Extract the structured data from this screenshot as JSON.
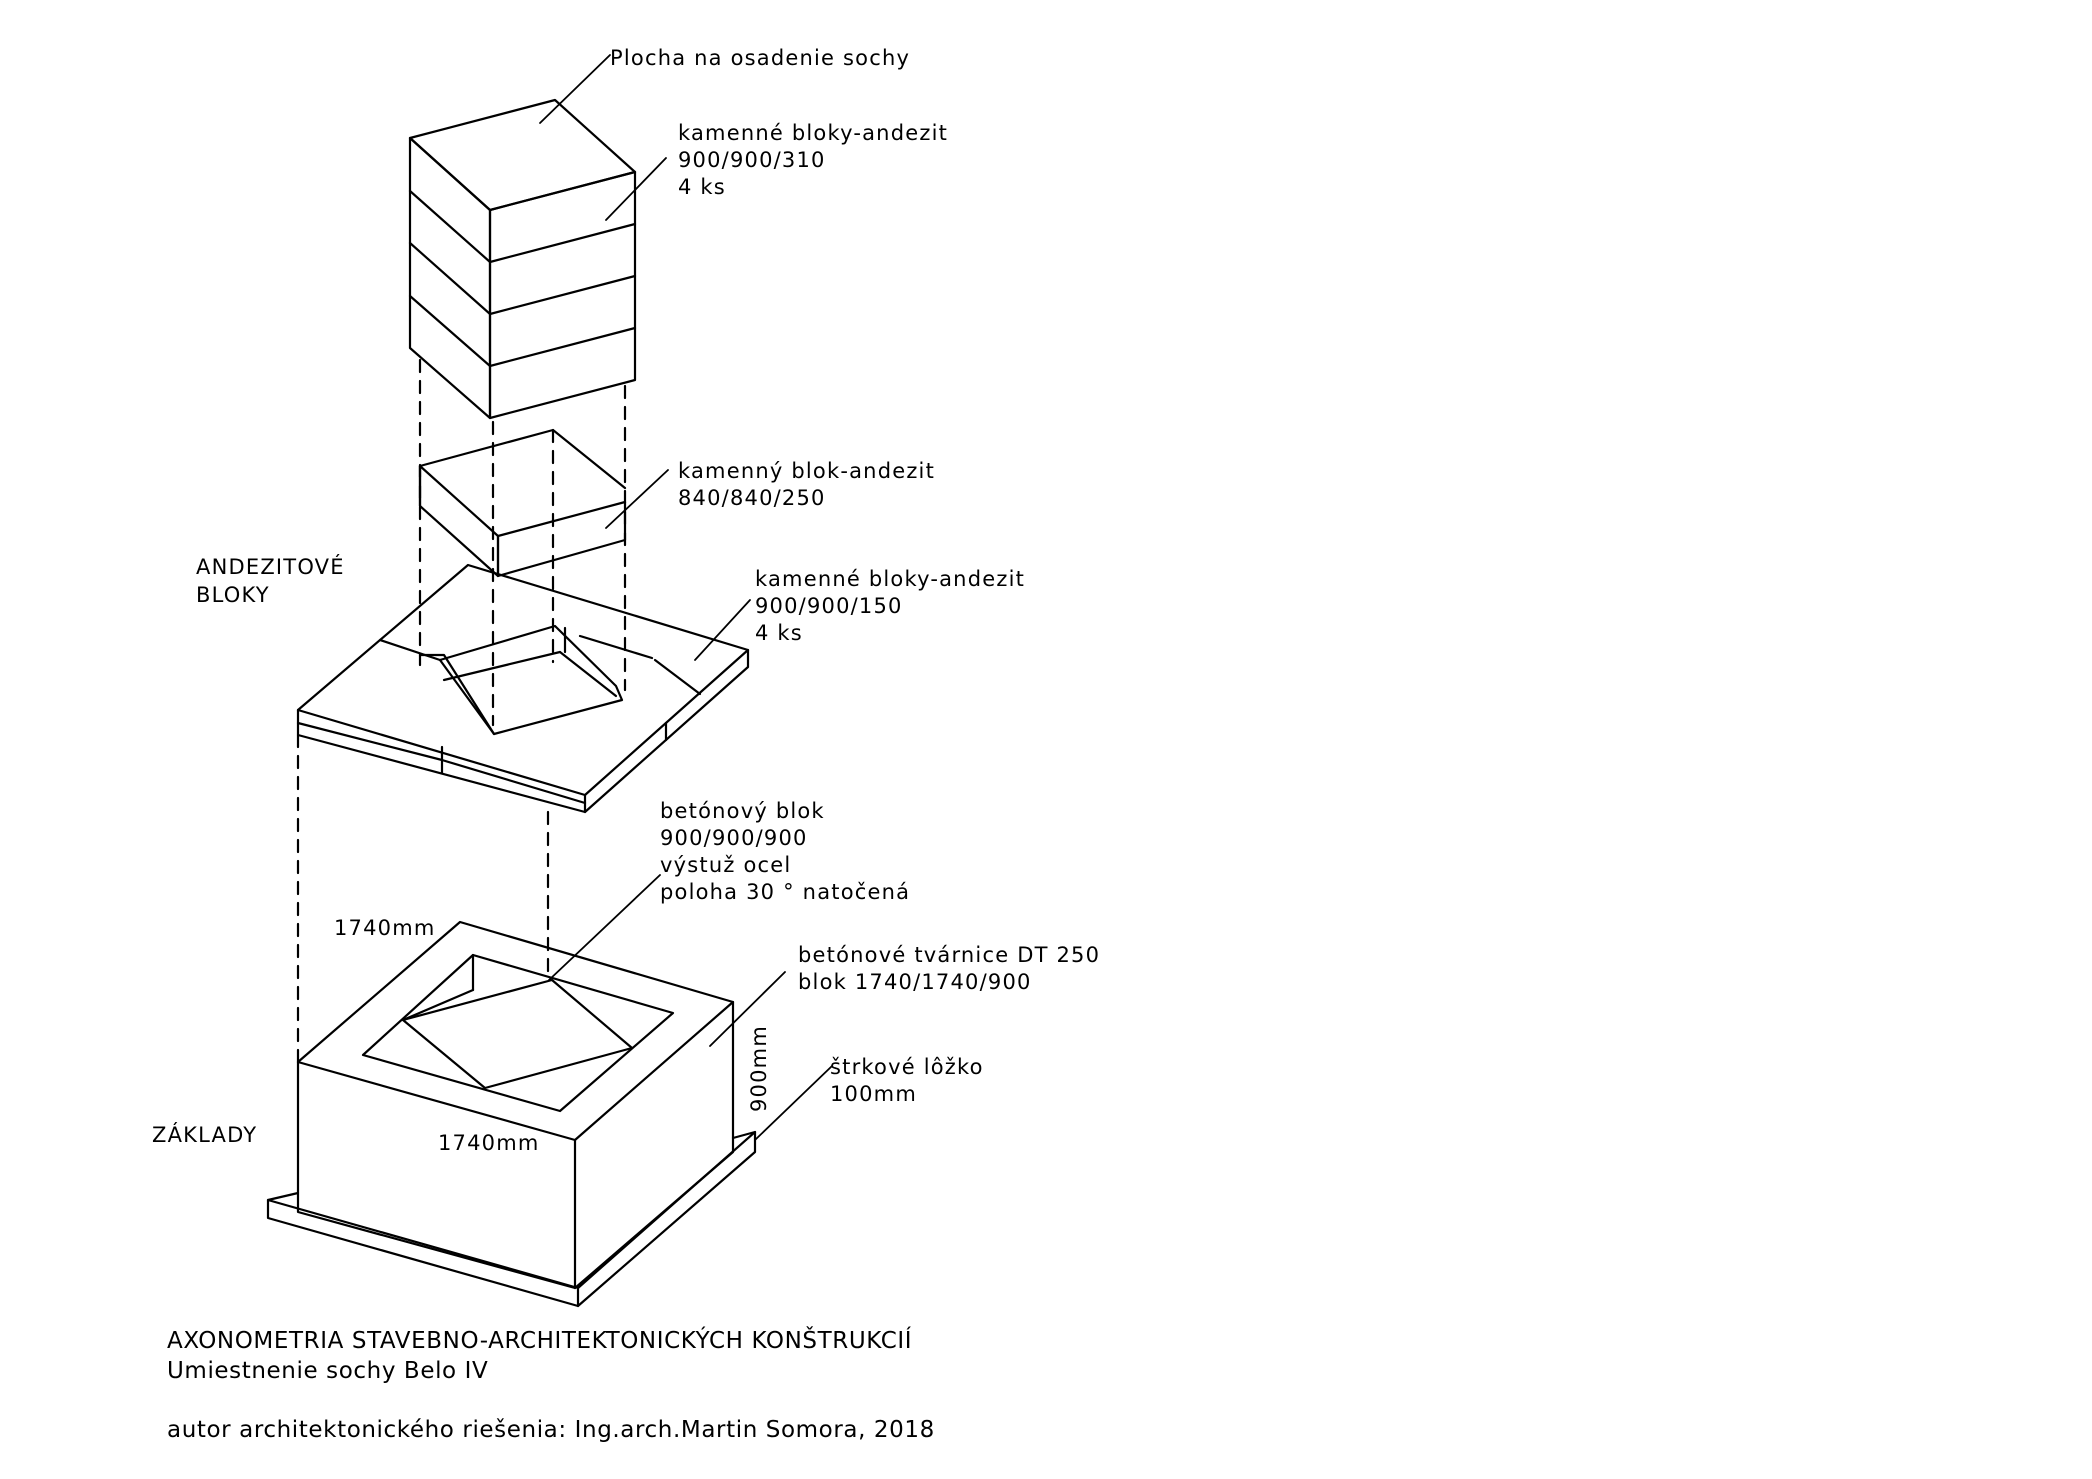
{
  "labels": {
    "plocha": "Plocha na osadenie sochy",
    "blocks_top": [
      "kamenné bloky-andezit",
      "900/900/310",
      "4 ks"
    ],
    "block_mid": [
      "kamenný blok-andezit",
      "840/840/250"
    ],
    "andezit_group": [
      "ANDEZITOVÉ",
      "BLOKY"
    ],
    "blocks_slab": [
      "kamenné bloky-andezit",
      "900/900/150",
      "4 ks"
    ],
    "beton_blok": [
      "betónový blok",
      "900/900/900",
      "výstuž ocel",
      "poloha 30 ° natočená"
    ],
    "dim_top": "1740mm",
    "tvarnice": [
      "betónové tvárnice DT 250",
      "blok 1740/1740/900"
    ],
    "dim_height": "900mm",
    "strk": [
      "štrkové lôžko",
      "100mm"
    ],
    "zaklady": "ZÁKLADY",
    "dim_front": "1740mm"
  },
  "caption": {
    "title": "AXONOMETRIA STAVEBNO-ARCHITEKTONICKÝCH KONŠTRUKCIÍ",
    "subtitle": "Umiestnenie sochy  Belo IV",
    "author": "autor architektonického riešenia: Ing.arch.Martin Somora, 2018"
  }
}
